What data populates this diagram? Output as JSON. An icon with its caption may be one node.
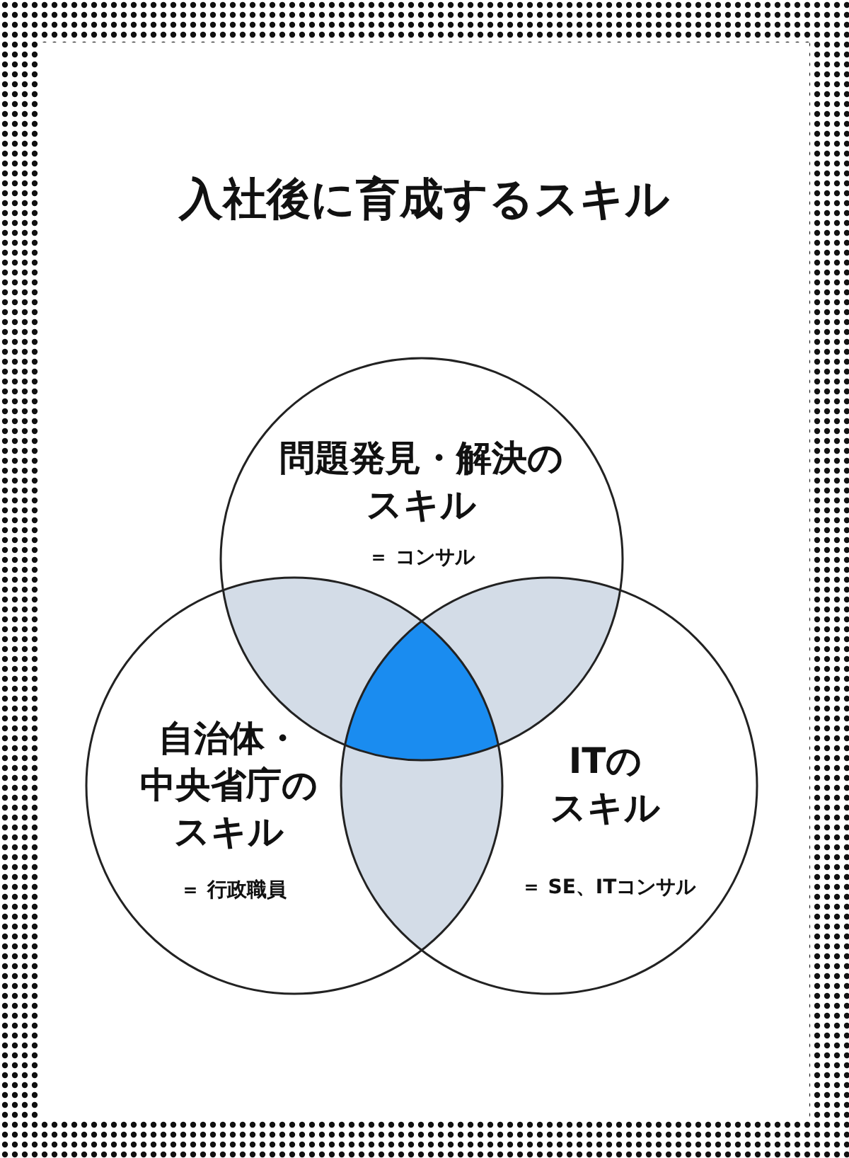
{
  "diagram": {
    "title": "入社後に育成するスキル",
    "nodes": [
      {
        "text": [
          "問題発見・解決のスキル",
          "＝ コンサル"
        ]
      },
      {
        "text": [
          "自治体・中央省庁のスキル",
          "＝ 行政職員"
        ]
      },
      {
        "text": [
          "ITのスキル",
          "＝ SE、ITコンサル"
        ]
      }
    ]
  }
}
